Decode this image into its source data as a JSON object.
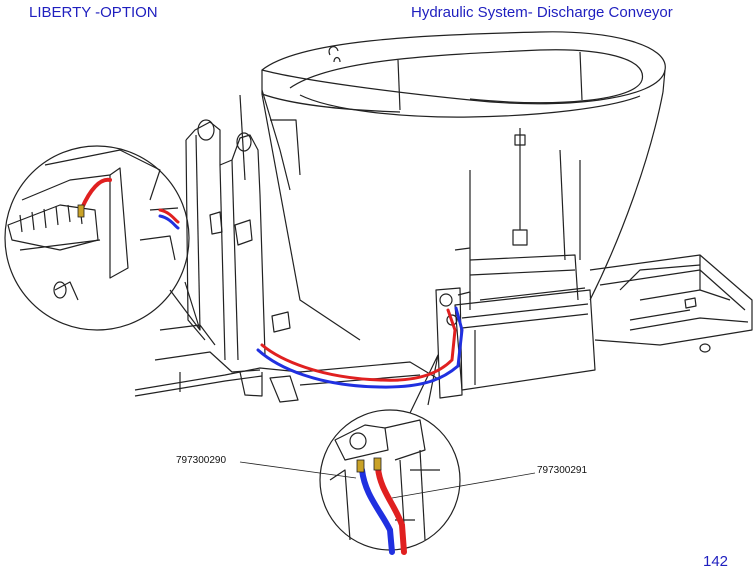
{
  "header": {
    "left_title": "LIBERTY  -OPTION",
    "right_title": "Hydraulic System- Discharge Conveyor"
  },
  "callouts": {
    "part_left": "797300290",
    "part_right": "797300291"
  },
  "footer": {
    "page_number": "142"
  },
  "colors": {
    "text_accent": "#1f1fbf",
    "hose_pressure": "#e02020",
    "hose_return": "#2030e0",
    "line": "#222222"
  }
}
